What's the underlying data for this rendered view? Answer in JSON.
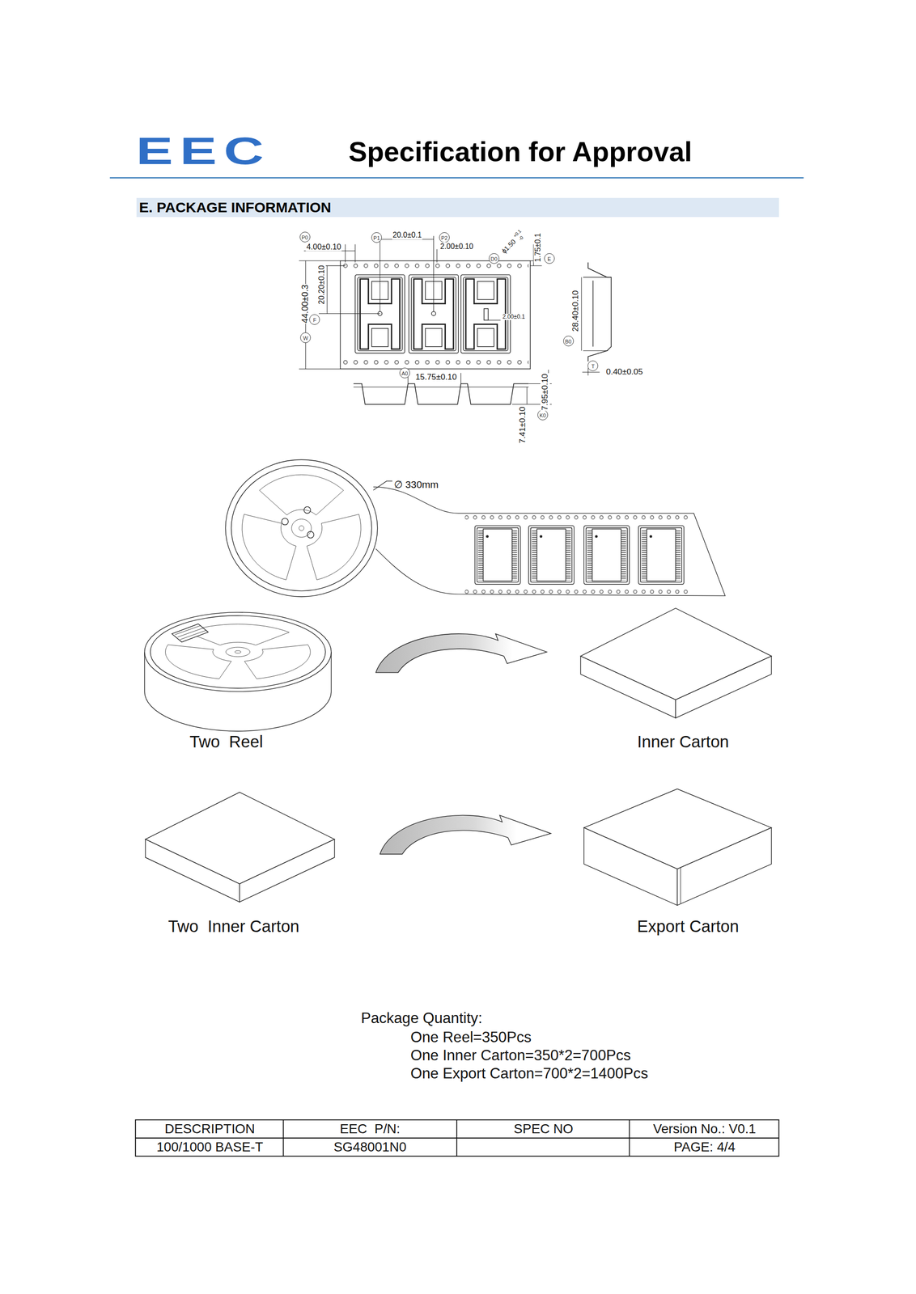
{
  "diagram": {
    "title": "Specification for Approval",
    "nodes": [
      {
        "text": [
          "E. PACKAGE INFORMATION"
        ]
      }
    ],
    "labels": [
      "EEC",
      "P0",
      "4.00±0.10",
      "P1",
      "20.0±0.1",
      "P2",
      "2.00±0.10",
      "D0",
      "ϕ1.50",
      "+0.1",
      "-0",
      "1.75±0.1",
      "E",
      "W",
      "44.00±0.3",
      "F",
      "20.20±0.10",
      "2.00±0.1",
      "B0",
      "28.40±0.10",
      "T",
      "0.40±0.05",
      "A0",
      "15.75±0.10",
      "K0",
      "7.95±0.10",
      "7.41±0.10",
      "∅ 330mm",
      "Two  Reel",
      "Inner Carton",
      "Two  Inner Carton",
      "Export Carton",
      "Package Quantity:",
      "One Reel=350Pcs",
      "One Inner Carton=350*2=700Pcs",
      "One Export Carton=700*2=1400Pcs",
      "DESCRIPTION",
      "EEC  P/N:",
      "SPEC NO",
      "Version No.: V0.1",
      "100/1000 BASE-T",
      "SG48001N0",
      "PAGE: 4/4"
    ]
  }
}
